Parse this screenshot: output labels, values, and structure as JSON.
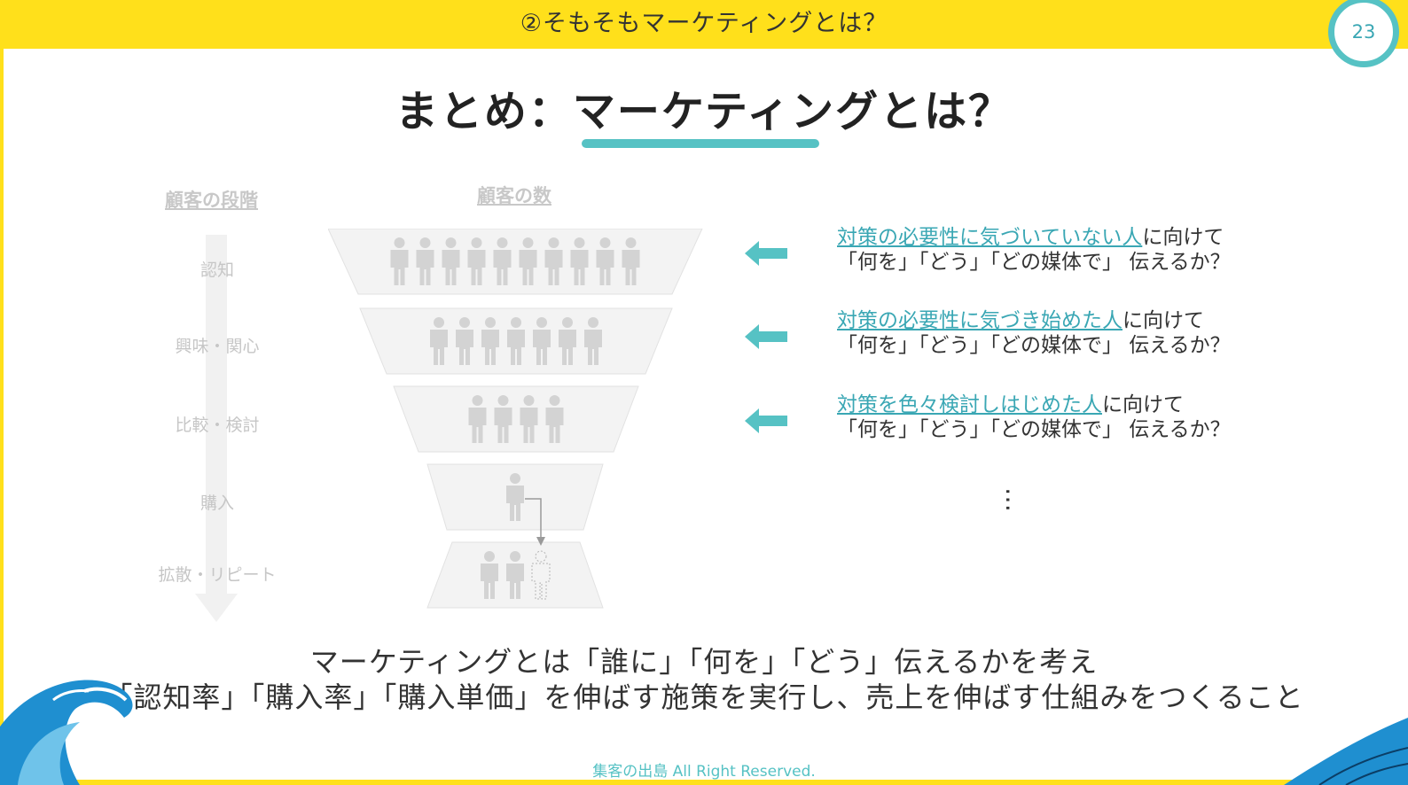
{
  "header": {
    "title": "②そもそもマーケティングとは？",
    "page_number": "23"
  },
  "title": "まとめ：マーケティングとは？",
  "columns": {
    "stage_heading": "顧客の段階",
    "count_heading": "顧客の数"
  },
  "stages": [
    "認知",
    "興味・関心",
    "比較・検討",
    "購入",
    "拡散・リピート"
  ],
  "funnel_people": [
    10,
    7,
    4,
    1,
    2
  ],
  "messages": [
    {
      "highlight": "対策の必要性に気づいていない人",
      "suffix": "に向けて",
      "line2": "「何を」「どう」「どの媒体で」 伝えるか？"
    },
    {
      "highlight": "対策の必要性に気づき始めた人",
      "suffix": "に向けて",
      "line2": "「何を」「どう」「どの媒体で」 伝えるか？"
    },
    {
      "highlight": "対策を色々検討しはじめた人",
      "suffix": "に向けて",
      "line2": "「何を」「どう」「どの媒体で」 伝えるか？"
    }
  ],
  "ellipsis": "…",
  "summary": {
    "line1": "マーケティングとは「誰に」「何を」「どう」伝えるかを考え",
    "line2": "「認知率」「購入率」「購入単価」を伸ばす施策を実行し、売上を伸ばす仕組みをつくること"
  },
  "footer": "集客の出島 All Right Reserved.",
  "colors": {
    "accent": "#56c2c4",
    "frame": "#ffe01b",
    "wave": "#1f8fd0"
  }
}
